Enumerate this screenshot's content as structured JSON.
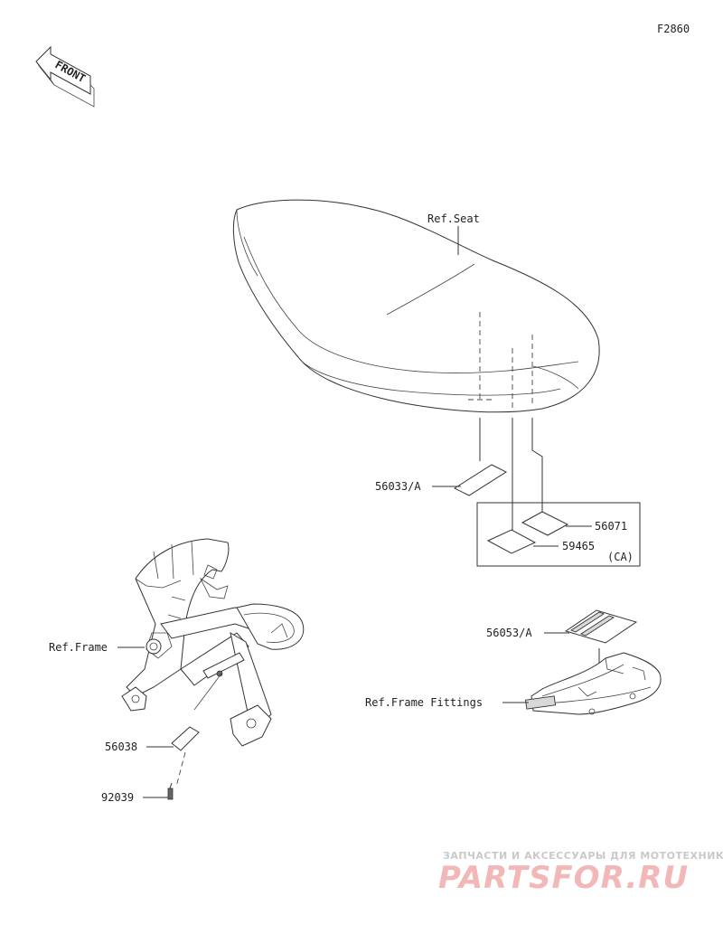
{
  "diagram_code": "F2860",
  "front_badge": "FRONT",
  "labels": {
    "ref_seat": "Ref.Seat",
    "p56033": "56033/A",
    "p56071": "56071",
    "p59465": "59465",
    "ca": "(CA)",
    "ref_frame": "Ref.Frame",
    "p56053": "56053/A",
    "ref_frame_fittings": "Ref.Frame Fittings",
    "p56038": "56038",
    "p92039": "92039"
  },
  "watermark": {
    "line1": "ЗАПЧАСТИ И АКСЕССУАРЫ ДЛЯ МОТОТЕХНИКИ",
    "line2": "PARTSFOR.RU"
  }
}
